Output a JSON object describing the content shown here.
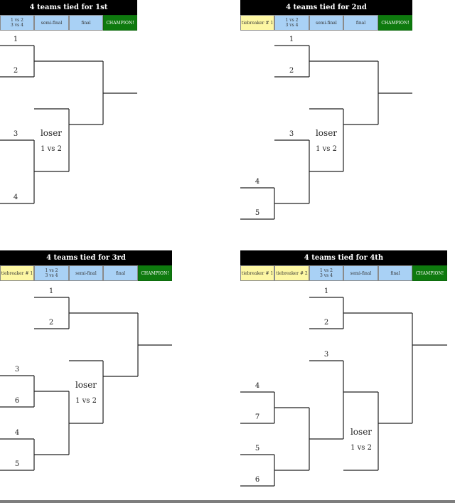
{
  "panels": [
    {
      "title": "4 teams tied for 1st",
      "stages": [
        {
          "label": "1 vs 2\n3 vs 4",
          "kind": "round"
        },
        {
          "label": "semi-final",
          "kind": "round"
        },
        {
          "label": "final",
          "kind": "round"
        },
        {
          "label": "CHAMPION!",
          "kind": "champion"
        }
      ],
      "seeds": [
        "1",
        "2",
        "3",
        "4"
      ],
      "loser_label": "loser",
      "loser_match": "1 vs 2"
    },
    {
      "title": "4 teams tied for 2nd",
      "stages": [
        {
          "label": "tiebreaker # 1",
          "kind": "tiebreaker"
        },
        {
          "label": "1 vs 2\n3 vs 4",
          "kind": "round"
        },
        {
          "label": "semi-final",
          "kind": "round"
        },
        {
          "label": "final",
          "kind": "round"
        },
        {
          "label": "CHAMPION!",
          "kind": "champion"
        }
      ],
      "seeds": [
        "1",
        "2",
        "3",
        "4",
        "5"
      ],
      "loser_label": "loser",
      "loser_match": "1 vs 2"
    },
    {
      "title": "4 teams tied for 3rd",
      "stages": [
        {
          "label": "tiebreaker # 1",
          "kind": "tiebreaker"
        },
        {
          "label": "1 vs 2\n3 vs 4",
          "kind": "round"
        },
        {
          "label": "semi-final",
          "kind": "round"
        },
        {
          "label": "final",
          "kind": "round"
        },
        {
          "label": "CHAMPION!",
          "kind": "champion"
        }
      ],
      "seeds": [
        "1",
        "2",
        "3",
        "6",
        "4",
        "5"
      ],
      "loser_label": "loser",
      "loser_match": "1 vs 2"
    },
    {
      "title": "4 teams tied for 4th",
      "stages": [
        {
          "label": "tiebreaker # 1",
          "kind": "tiebreaker"
        },
        {
          "label": "tiebreaker # 2",
          "kind": "tiebreaker"
        },
        {
          "label": "1 vs 2\n3 vs 4",
          "kind": "round"
        },
        {
          "label": "semi-final",
          "kind": "round"
        },
        {
          "label": "final",
          "kind": "round"
        },
        {
          "label": "CHAMPION!",
          "kind": "champion"
        }
      ],
      "seeds": [
        "1",
        "2",
        "3",
        "4",
        "7",
        "5",
        "6"
      ],
      "loser_label": "loser",
      "loser_match": "1 vs 2"
    }
  ]
}
